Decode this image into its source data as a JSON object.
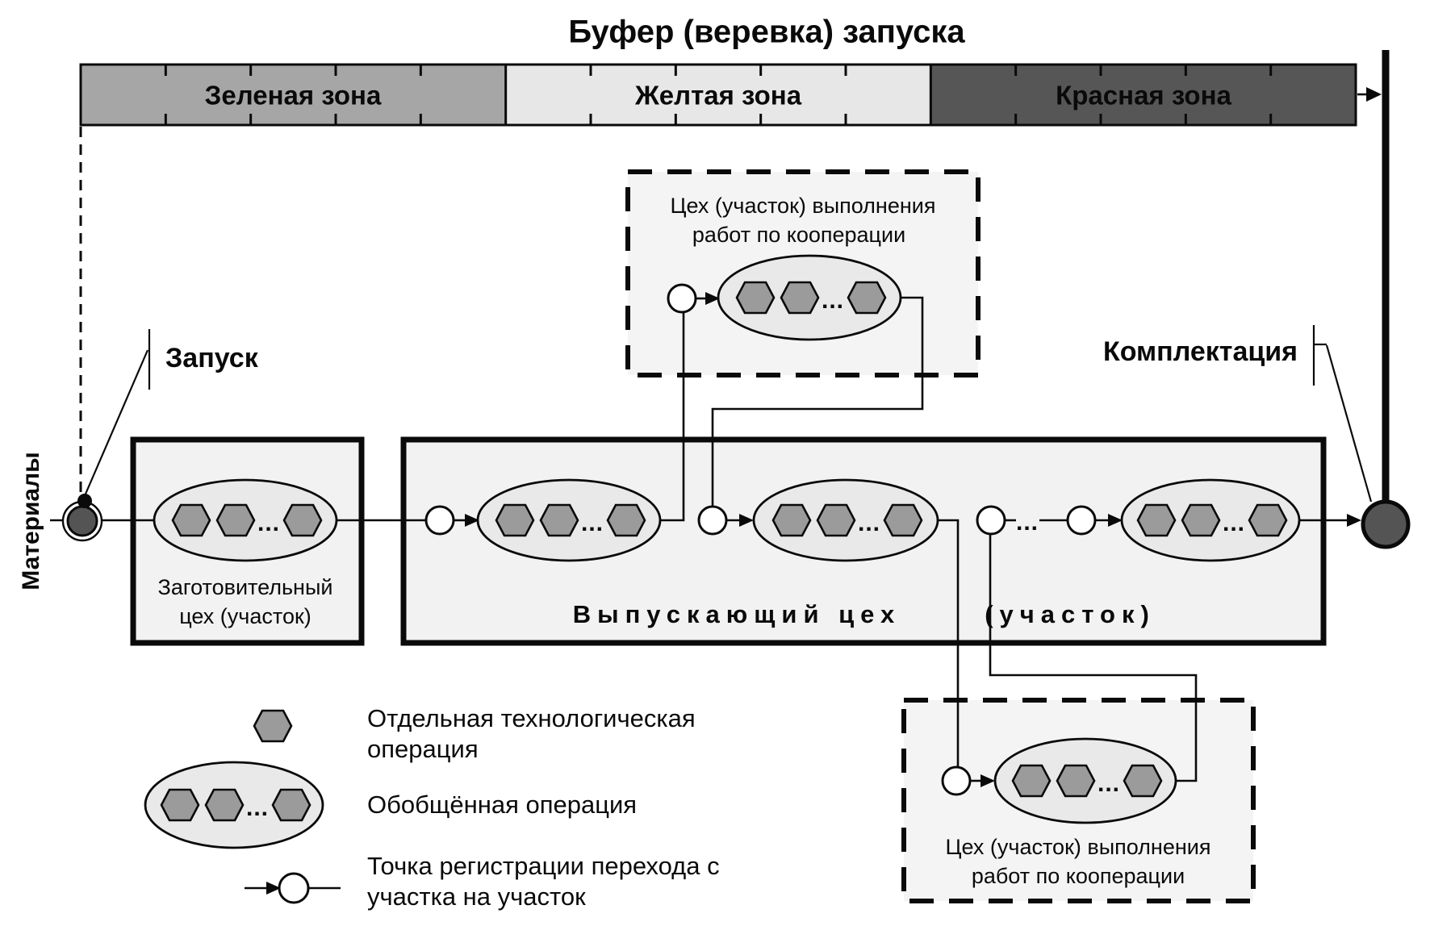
{
  "title": "Буфер (веревка) запуска",
  "bar": {
    "zones": [
      {
        "label": "Зеленая зона",
        "fill": "#a6a6a6",
        "text": "#000000"
      },
      {
        "label": "Желтая зона",
        "fill": "#e7e7e7",
        "text": "#000000"
      },
      {
        "label": "Красная зона",
        "fill": "#565656",
        "text": "#ffffff"
      }
    ]
  },
  "side_labels": {
    "materials": "Материалы",
    "launch": "Запуск",
    "completion": "Комплектация"
  },
  "boxes": {
    "procurement": {
      "label_line1": "Заготовительный",
      "label_line2": "цех (участок)"
    },
    "producing": {
      "label_main": "Выпускающий цех",
      "label_suffix": "(участок)"
    },
    "coop_top": {
      "label_line1": "Цех (участок) выполнения",
      "label_line2": "работ по кооперации"
    },
    "coop_bottom": {
      "label_line1": "Цех (участок) выполнения",
      "label_line2": "работ по кооперации"
    }
  },
  "ellipsis": "...",
  "legend": {
    "items": [
      {
        "symbol": "single-operation-hexagon",
        "line1": "Отдельная технологическая",
        "line2": "операция"
      },
      {
        "symbol": "generalized-operation-ellipse",
        "line1": "Обобщённая операция",
        "line2": ""
      },
      {
        "symbol": "registration-point",
        "line1": "Точка регистрации перехода с",
        "line2": "участка на участок"
      }
    ]
  },
  "colors": {
    "box_fill": "#f2f2f2",
    "coop_fill": "#f4f4f4",
    "ellipse_fill": "#e9e9e9",
    "hexagon_fill": "#9b9b9b",
    "dark_node": "#545454",
    "line": "#0a0a0a"
  }
}
